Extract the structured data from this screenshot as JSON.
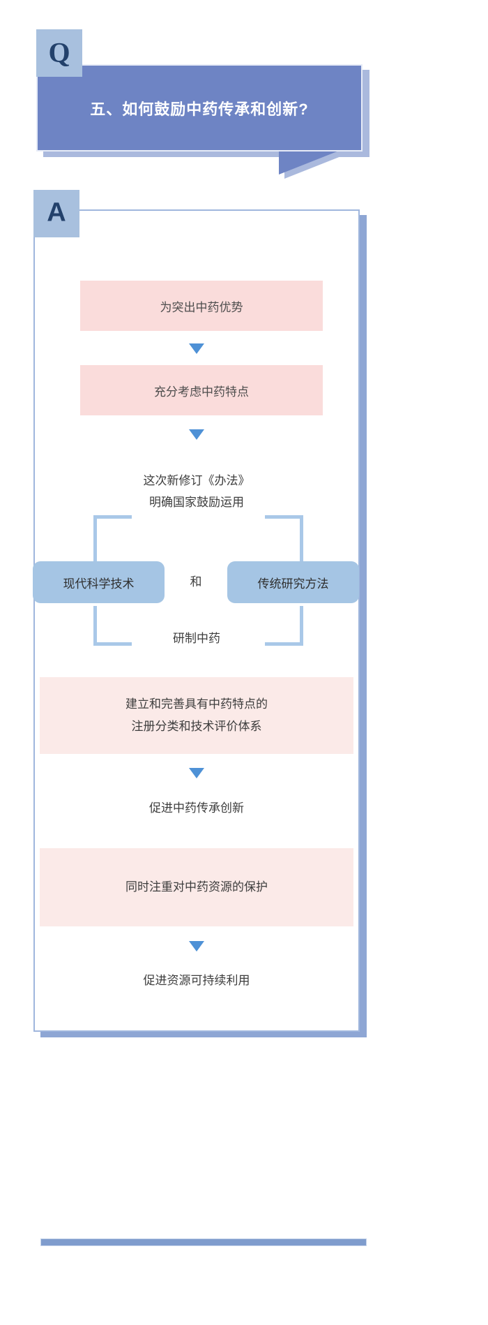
{
  "question": {
    "badge": "Q",
    "text": "五、如何鼓励中药传承和创新?"
  },
  "answer": {
    "badge": "A",
    "steps": [
      {
        "id": "step1",
        "kind": "pink-box",
        "text": "为突出中药优势"
      },
      {
        "id": "arrow1",
        "kind": "arrow",
        "text": "▼"
      },
      {
        "id": "step2",
        "kind": "pink-box",
        "text": "充分考虑中药特点"
      },
      {
        "id": "arrow2",
        "kind": "arrow",
        "text": "▼"
      },
      {
        "id": "step3",
        "kind": "plain",
        "line1": "这次新修订《办法》",
        "line2": "明确国家鼓励运用"
      },
      {
        "id": "branch",
        "kind": "branch",
        "left": "现代科学技术",
        "conjunction": "和",
        "right": "传统研究方法"
      },
      {
        "id": "step4",
        "kind": "plain",
        "text": "研制中药"
      },
      {
        "id": "step5",
        "kind": "pink-wide",
        "line1": "建立和完善具有中药特点的",
        "line2": "注册分类和技术评价体系"
      },
      {
        "id": "arrow3",
        "kind": "arrow",
        "text": "▼"
      },
      {
        "id": "step6",
        "kind": "plain",
        "text": "促进中药传承创新"
      },
      {
        "id": "step7",
        "kind": "pink-wide",
        "text": "同时注重对中药资源的保护"
      },
      {
        "id": "arrow4",
        "kind": "arrow",
        "text": "▼"
      },
      {
        "id": "step8",
        "kind": "plain",
        "text": "促进资源可持续利用"
      }
    ]
  },
  "colors": {
    "q_bubble": "#6e84c4",
    "q_shadow": "#aab9dd",
    "badge_bg": "#a8c0de",
    "badge_text": "#23416b",
    "panel_border": "#9fb6dd",
    "panel_shadow": "#8ea6d4",
    "pink_strong": "#fadcdb",
    "pink_light": "#fbeae8",
    "pill_blue": "#a5c5e4",
    "arrow_blue": "#4e91d6",
    "bracket_blue": "#a9c8e8",
    "text_dark": "#3d3d3d",
    "bottom_strip": "#7f9ccd"
  }
}
